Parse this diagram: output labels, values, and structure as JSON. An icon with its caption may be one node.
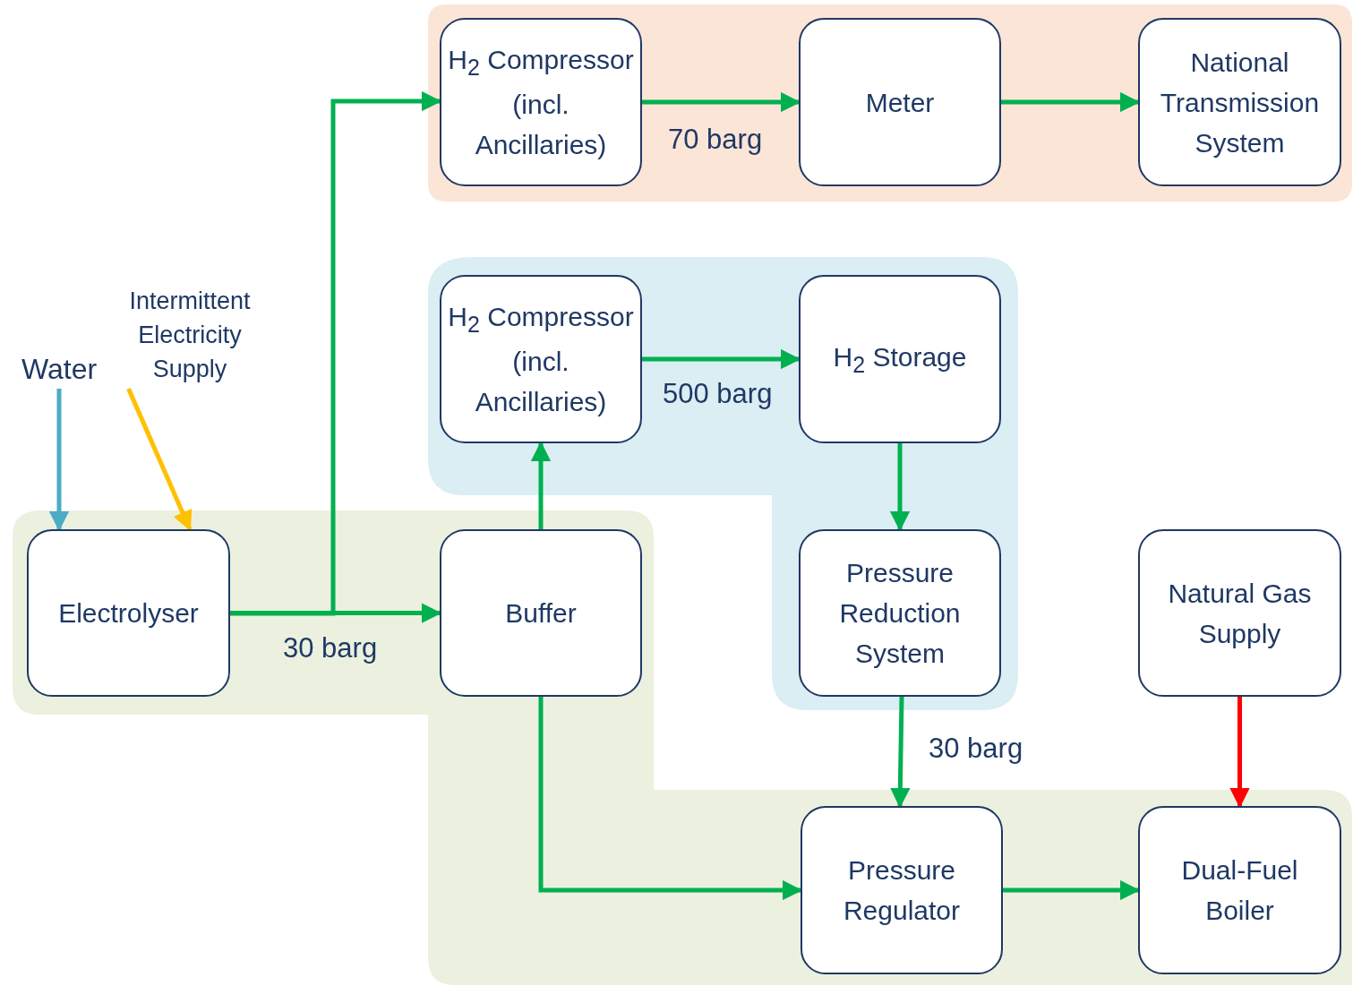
{
  "diagram": {
    "nodes": [
      {
        "text": [
          "Water"
        ]
      },
      {
        "text": [
          "Intermittent Electricity Supply"
        ]
      },
      {
        "text": [
          "Electrolyser"
        ]
      },
      {
        "text": [
          "H$_{2}$ Compressor (incl. Ancillaries)"
        ]
      },
      {
        "text": [
          "Meter"
        ]
      },
      {
        "text": [
          "National Transmission System"
        ]
      },
      {
        "text": [
          "H$_{2}$ Compressor (incl. Ancillaries)"
        ]
      },
      {
        "text": [
          "H$_{2}$ Storage"
        ]
      },
      {
        "text": [
          "Buffer"
        ]
      },
      {
        "text": [
          "Pressure Reduction System"
        ]
      },
      {
        "text": [
          "Natural Gas Supply"
        ]
      },
      {
        "text": [
          "Pressure Regulator"
        ]
      },
      {
        "text": [
          "Dual-Fuel Boiler"
        ]
      }
    ],
    "edges": [
      {
        "from": 0,
        "to": 2,
        "arrow": "to",
        "color": "#4bacc6"
      },
      {
        "from": 1,
        "to": 2,
        "arrow": "to",
        "color": "#ffc000"
      },
      {
        "from": 2,
        "to": 8,
        "arrow": "to",
        "label": "30 barg"
      },
      {
        "from": 2,
        "to": 3,
        "arrow": "to"
      },
      {
        "from": 3,
        "to": 4,
        "arrow": "to",
        "label": "70 barg"
      },
      {
        "from": 4,
        "to": 5,
        "arrow": "to"
      },
      {
        "from": 8,
        "to": 6,
        "arrow": "to"
      },
      {
        "from": 6,
        "to": 7,
        "arrow": "to",
        "label": "500 barg"
      },
      {
        "from": 7,
        "to": 9,
        "arrow": "to"
      },
      {
        "from": 9,
        "to": 11,
        "arrow": "to",
        "label": "30 barg"
      },
      {
        "from": 8,
        "to": 11,
        "arrow": "to"
      },
      {
        "from": 11,
        "to": 12,
        "arrow": "to"
      },
      {
        "from": 10,
        "to": 12,
        "arrow": "to",
        "color": "#ff0000"
      }
    ]
  }
}
